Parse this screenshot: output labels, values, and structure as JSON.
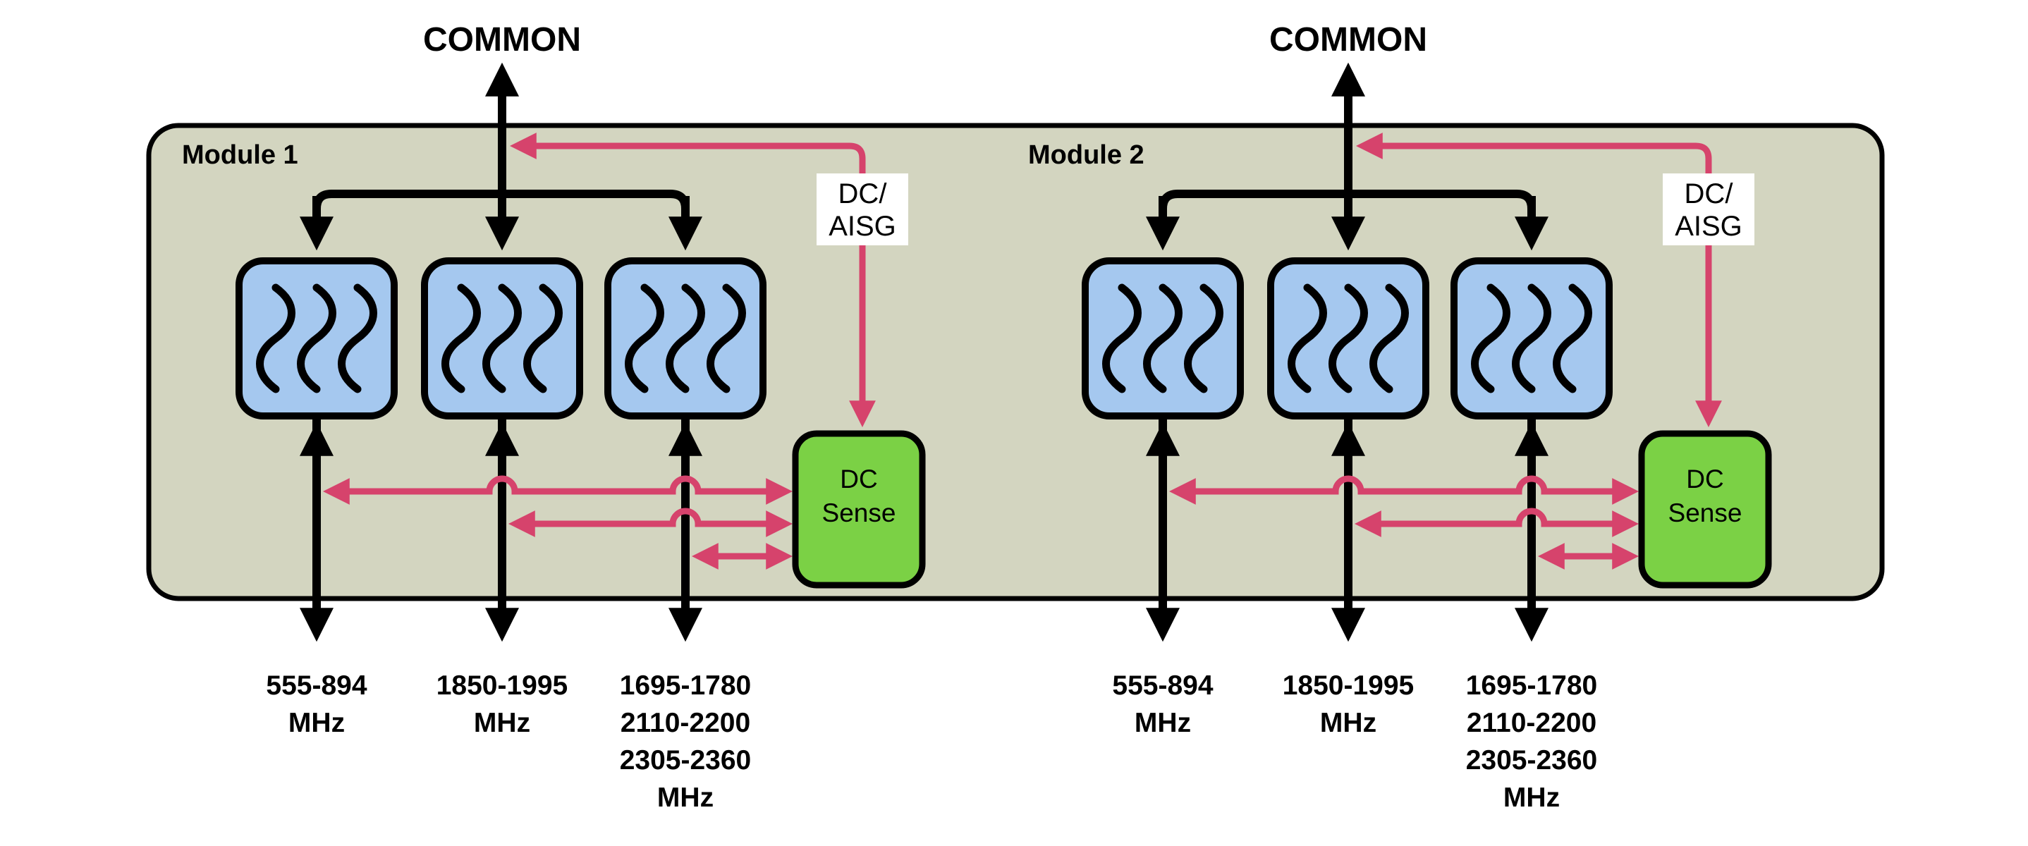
{
  "diagram": {
    "modules": [
      {
        "name": "Module 1",
        "common_port": "COMMON",
        "control_label": {
          "line1": "DC/",
          "line2": "AISG"
        },
        "dc_sense": {
          "line1": "DC",
          "line2": "Sense"
        },
        "ports": [
          {
            "lines": [
              "555-894",
              "MHz"
            ]
          },
          {
            "lines": [
              "1850-1995",
              "MHz"
            ]
          },
          {
            "lines": [
              "1695-1780",
              "2110-2200",
              "2305-2360",
              "MHz"
            ]
          }
        ]
      },
      {
        "name": "Module 2",
        "common_port": "COMMON",
        "control_label": {
          "line1": "DC/",
          "line2": "AISG"
        },
        "dc_sense": {
          "line1": "DC",
          "line2": "Sense"
        },
        "ports": [
          {
            "lines": [
              "555-894",
              "MHz"
            ]
          },
          {
            "lines": [
              "1850-1995",
              "MHz"
            ]
          },
          {
            "lines": [
              "1695-1780",
              "2110-2200",
              "2305-2360",
              "MHz"
            ]
          }
        ]
      }
    ],
    "colors": {
      "chassis_fill": "#d3d5c0",
      "chassis_stroke": "#000000",
      "filter_fill": "#a5c8ef",
      "dc_sense_fill": "#7bd145",
      "signal_line": "#000000",
      "control_line": "#d6436c",
      "label_background": "#ffffff",
      "page_background": "#ffffff"
    }
  }
}
